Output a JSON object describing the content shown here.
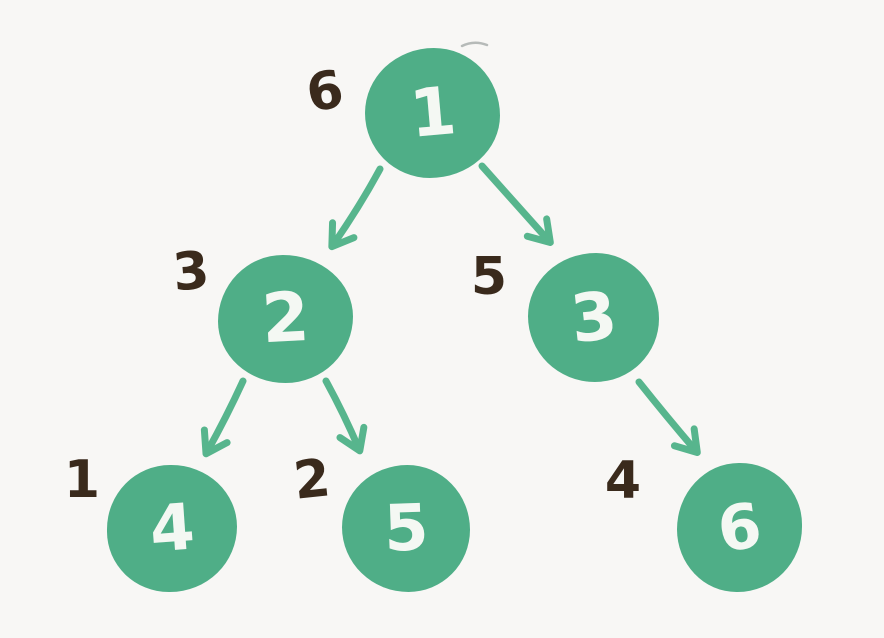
{
  "diagram": {
    "type": "binary-tree",
    "background_color": "#f8f7f5",
    "node_fill_color": "#4fae87",
    "node_value_color": "#f4f8f3",
    "arrow_color": "#57b58d",
    "order_label_color": "#3a2a1c"
  },
  "nodes": [
    {
      "value": "1",
      "order": "6"
    },
    {
      "value": "2",
      "order": "3"
    },
    {
      "value": "3",
      "order": "5"
    },
    {
      "value": "4",
      "order": "1"
    },
    {
      "value": "5",
      "order": "2"
    },
    {
      "value": "6",
      "order": "4"
    }
  ],
  "edges": [
    {
      "from": "1",
      "to": "2"
    },
    {
      "from": "1",
      "to": "3"
    },
    {
      "from": "2",
      "to": "4"
    },
    {
      "from": "2",
      "to": "5"
    },
    {
      "from": "3",
      "to": "6"
    }
  ]
}
